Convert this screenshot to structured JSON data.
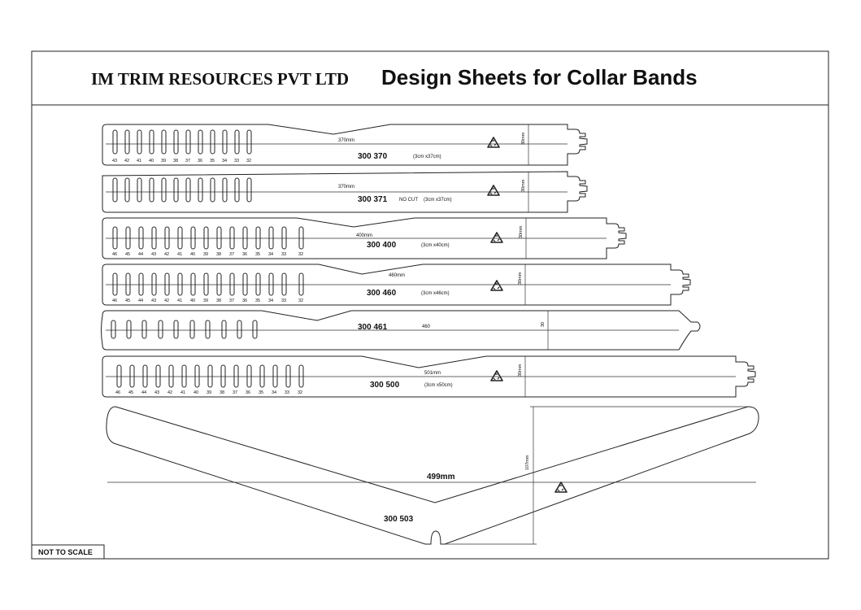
{
  "header": {
    "company": "IM TRIM RESOURCES PVT LTD",
    "title": "Design Sheets for Collar Bands"
  },
  "footer": {
    "scale_note": "NOT TO SCALE"
  },
  "icons": {
    "recycle": "recycle-icon"
  },
  "bands": [
    {
      "code": "300 370",
      "size": "(3cm x37cm)",
      "note": "",
      "length_label": "370mm",
      "width_label": "30mm",
      "sizes": [
        "43",
        "42",
        "41",
        "40",
        "39",
        "38",
        "37",
        "36",
        "35",
        "34",
        "33",
        "32"
      ]
    },
    {
      "code": "300 371",
      "size": "(3cm x37cm)",
      "note": "NO CUT",
      "length_label": "370mm",
      "width_label": "30mm",
      "sizes": []
    },
    {
      "code": "300 400",
      "size": "(3cm x40cm)",
      "note": "",
      "length_label": "400mm",
      "width_label": "30mm",
      "sizes": [
        "46",
        "45",
        "44",
        "43",
        "42",
        "41",
        "40",
        "39",
        "38",
        "37",
        "36",
        "35",
        "34",
        "33",
        "32"
      ]
    },
    {
      "code": "300 460",
      "size": "(3cm x46cm)",
      "note": "",
      "length_label": "460mm",
      "width_label": "30mm",
      "sizes": [
        "46",
        "45",
        "44",
        "43",
        "42",
        "41",
        "40",
        "39",
        "38",
        "37",
        "36",
        "35",
        "34",
        "33",
        "32"
      ]
    },
    {
      "code": "300 461",
      "size": "",
      "note": "",
      "length_label": "460",
      "width_label": "30",
      "sizes": []
    },
    {
      "code": "300 500",
      "size": "(3cm x50cm)",
      "note": "",
      "length_label": "501mm",
      "width_label": "30mm",
      "sizes": [
        "46",
        "45",
        "44",
        "43",
        "42",
        "41",
        "40",
        "39",
        "38",
        "37",
        "36",
        "35",
        "34",
        "33",
        "32"
      ]
    }
  ],
  "vband": {
    "code": "300 503",
    "length_label": "499mm",
    "height_label": "107mm"
  }
}
